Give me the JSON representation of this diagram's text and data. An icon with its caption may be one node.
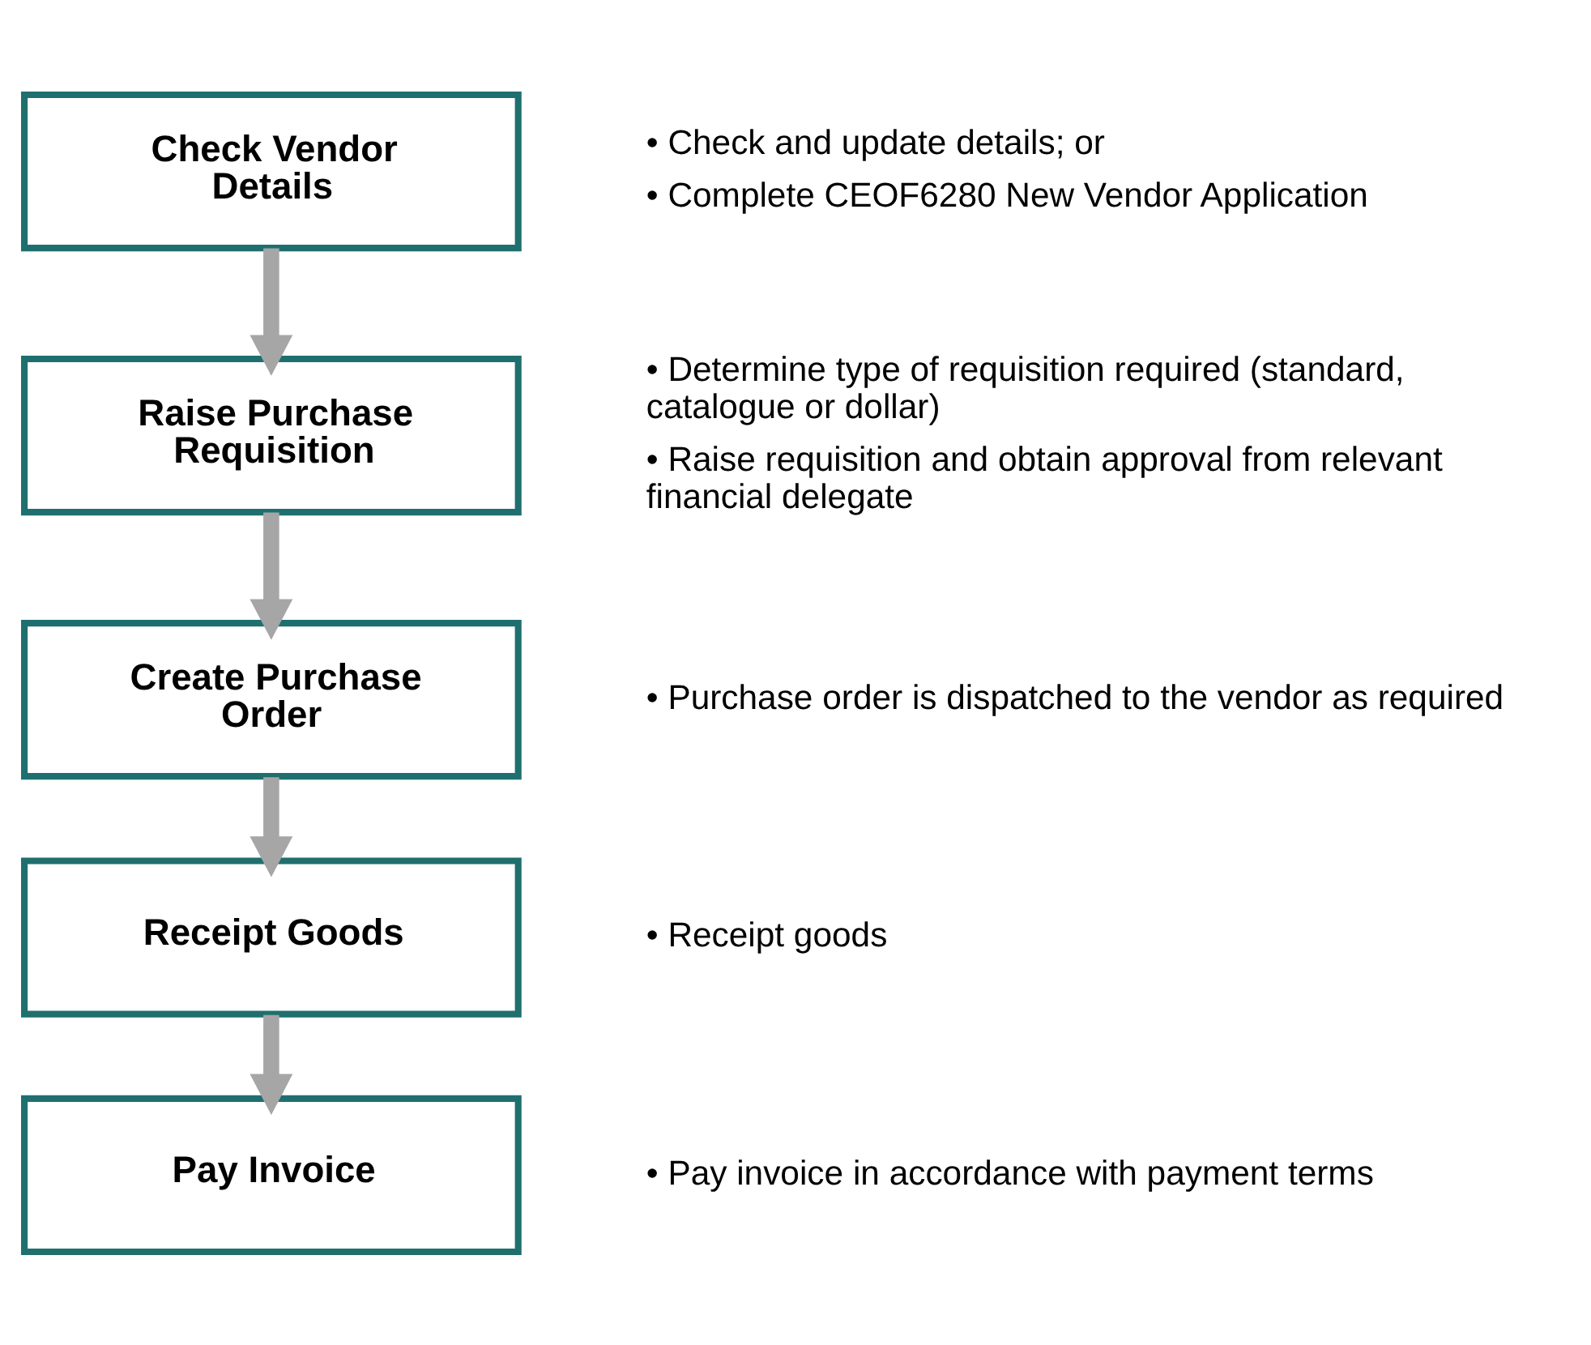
{
  "diagram": {
    "nodes": [
      {
        "text": [
          "Check Vendor Details"
        ],
        "beside": [
          "• Check and update details; or",
          "• Complete CEOF6280 New Vendor Application"
        ]
      },
      {
        "text": [
          "Raise Purchase Requisition"
        ],
        "beside": [
          "• Determine type of requisition required (standard, catalogue or dollar)",
          "• Raise requisition and obtain approval from relevant financial delegate"
        ]
      },
      {
        "text": [
          "Create Purchase Order"
        ],
        "beside": [
          "• Purchase order is dispatched to the vendor as required"
        ]
      },
      {
        "text": [
          "Receipt Goods"
        ],
        "beside": [
          "• Receipt goods"
        ]
      },
      {
        "text": [
          "Pay Invoice"
        ],
        "beside": [
          "• Pay invoice in accordance with payment terms"
        ]
      }
    ],
    "edges": [
      {
        "from": 0,
        "to": 1,
        "arrow": "to"
      },
      {
        "from": 1,
        "to": 2,
        "arrow": "to"
      },
      {
        "from": 2,
        "to": 3,
        "arrow": "to"
      },
      {
        "from": 3,
        "to": 4,
        "arrow": "to"
      }
    ]
  }
}
